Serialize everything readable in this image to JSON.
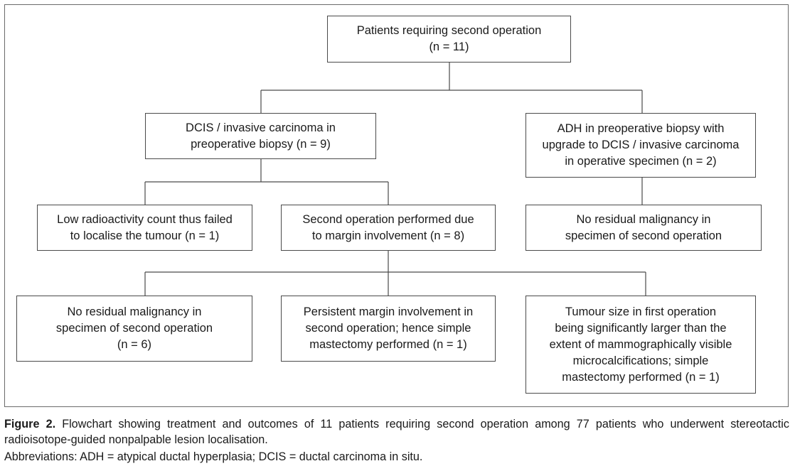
{
  "nodes": {
    "root": [
      "Patients requiring second operation",
      "(n = 11)"
    ],
    "dcis": [
      "DCIS / invasive carcinoma in",
      "preoperative biopsy (n = 9)"
    ],
    "adh": [
      "ADH in preoperative biopsy with",
      "upgrade to DCIS / invasive carcinoma",
      "in operative specimen (n = 2)"
    ],
    "low_count": [
      "Low radioactivity count thus failed",
      "to localise the tumour (n = 1)"
    ],
    "second_op": [
      "Second operation performed due",
      "to margin involvement (n = 8)"
    ],
    "adh_no_residual": [
      "No residual malignancy in",
      "specimen of second operation"
    ],
    "no_residual": [
      "No residual malignancy in",
      "specimen of second operation",
      "(n = 6)"
    ],
    "persistent": [
      "Persistent margin involvement in",
      "second operation; hence simple",
      "mastectomy performed (n = 1)"
    ],
    "tumour_size": [
      "Tumour size in first operation",
      "being significantly larger than the",
      "extent of mammographically visible",
      "microcalcifications; simple",
      "mastectomy performed (n = 1)"
    ]
  },
  "caption": {
    "label": "Figure 2.",
    "text": "Flowchart showing treatment and outcomes of 11 patients requiring second operation among 77 patients who underwent stereotactic radioisotope-guided nonpalpable lesion localisation."
  },
  "abbreviations": "Abbreviations: ADH = atypical ductal hyperplasia; DCIS = ductal carcinoma in situ."
}
